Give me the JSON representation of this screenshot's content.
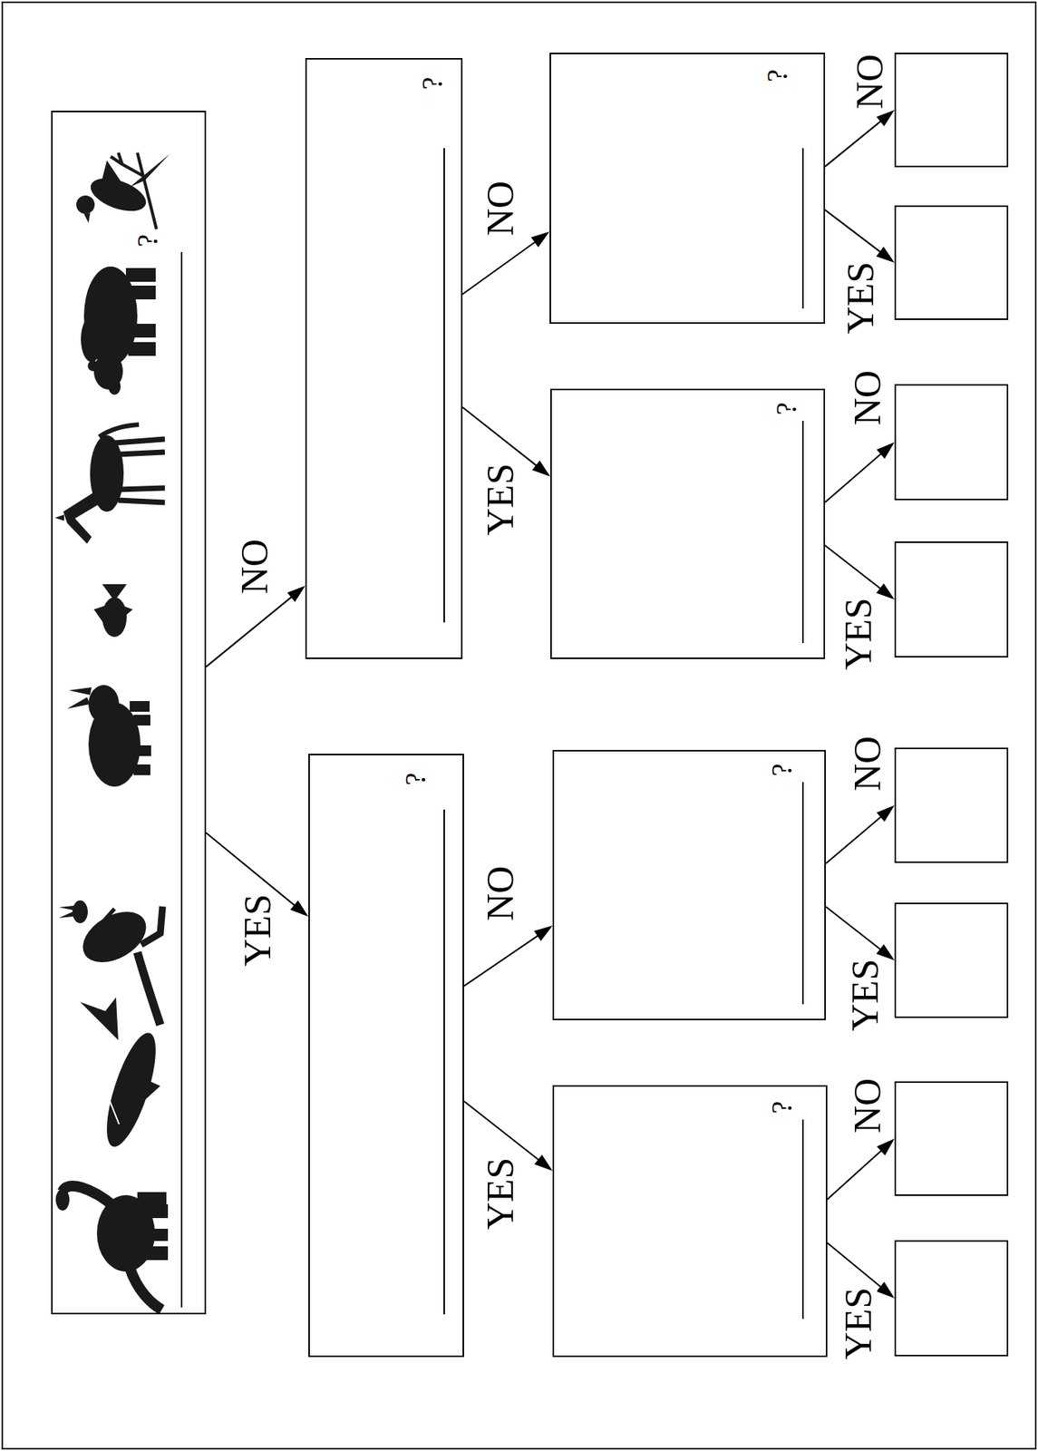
{
  "diagram": {
    "nodes": [
      {
        "text": [
          "?"
        ]
      },
      {
        "text": [
          "?"
        ]
      },
      {
        "text": [
          "?"
        ]
      },
      {
        "text": [
          "?"
        ]
      },
      {
        "text": [
          "?"
        ]
      },
      {
        "text": [
          "?"
        ]
      },
      {
        "text": [
          "?"
        ]
      },
      {
        "text": []
      },
      {
        "text": []
      },
      {
        "text": []
      },
      {
        "text": []
      },
      {
        "text": []
      },
      {
        "text": []
      },
      {
        "text": []
      },
      {
        "text": []
      }
    ],
    "edges": [
      {
        "from": 0,
        "to": 1,
        "arrow": "to",
        "label": "YES"
      },
      {
        "from": 0,
        "to": 2,
        "arrow": "to",
        "label": "NO"
      },
      {
        "from": 1,
        "to": 3,
        "arrow": "to",
        "label": "YES"
      },
      {
        "from": 1,
        "to": 4,
        "arrow": "to",
        "label": "NO"
      },
      {
        "from": 2,
        "to": 5,
        "arrow": "to",
        "label": "YES"
      },
      {
        "from": 2,
        "to": 6,
        "arrow": "to",
        "label": "NO"
      },
      {
        "from": 3,
        "to": 7,
        "arrow": "to",
        "label": "YES"
      },
      {
        "from": 3,
        "to": 8,
        "arrow": "to",
        "label": "NO"
      },
      {
        "from": 4,
        "to": 9,
        "arrow": "to",
        "label": "YES"
      },
      {
        "from": 4,
        "to": 10,
        "arrow": "to",
        "label": "NO"
      },
      {
        "from": 5,
        "to": 11,
        "arrow": "to",
        "label": "YES"
      },
      {
        "from": 5,
        "to": 12,
        "arrow": "to",
        "label": "NO"
      },
      {
        "from": 6,
        "to": 13,
        "arrow": "to",
        "label": "YES"
      },
      {
        "from": 6,
        "to": 14,
        "arrow": "to",
        "label": "NO"
      }
    ]
  }
}
